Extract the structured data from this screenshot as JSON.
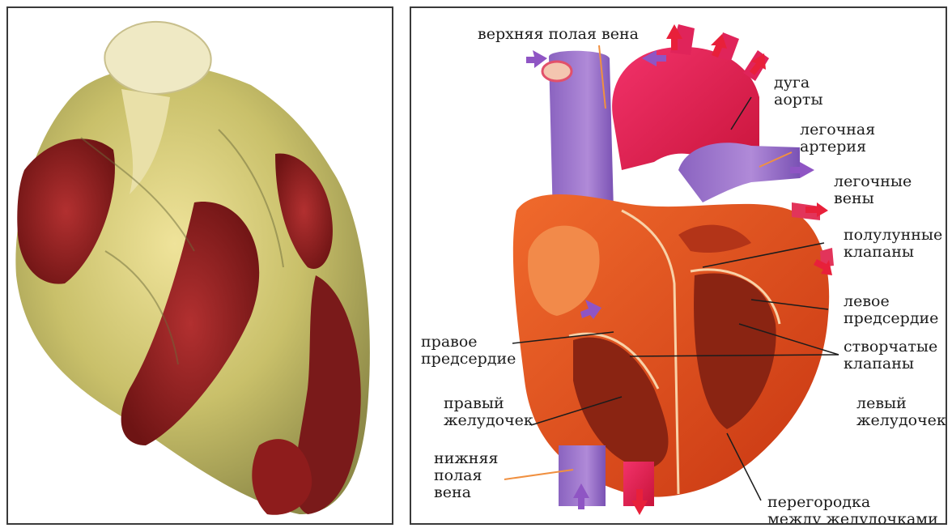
{
  "labels": {
    "superior_vena_cava": "верхняя полая вена",
    "aortic_arch": [
      "дуга",
      "аорты"
    ],
    "pulmonary_artery": [
      "легочная",
      "артерия"
    ],
    "pulmonary_veins": [
      "легочные",
      "вены"
    ],
    "semilunar_valves": [
      "полулунные",
      "клапаны"
    ],
    "left_atrium": [
      "левое",
      "предсердие"
    ],
    "right_atrium": [
      "правое",
      "предсердие"
    ],
    "leaflet_valves": [
      "створчатые",
      "клапаны"
    ],
    "right_ventricle": [
      "правый",
      "желудочек"
    ],
    "left_ventricle": [
      "левый",
      "желудочек"
    ],
    "inferior_vena_cava": [
      "нижняя",
      "полая",
      "вена"
    ],
    "interventricular_septum": [
      "перегородка",
      "между желудочками"
    ]
  },
  "colors": {
    "venous": "#9a6fc8",
    "arterial": "#e8204a",
    "muscle": "#e2441c",
    "arrow_red": "#e8203a",
    "arrow_purple": "#8f55c4"
  }
}
